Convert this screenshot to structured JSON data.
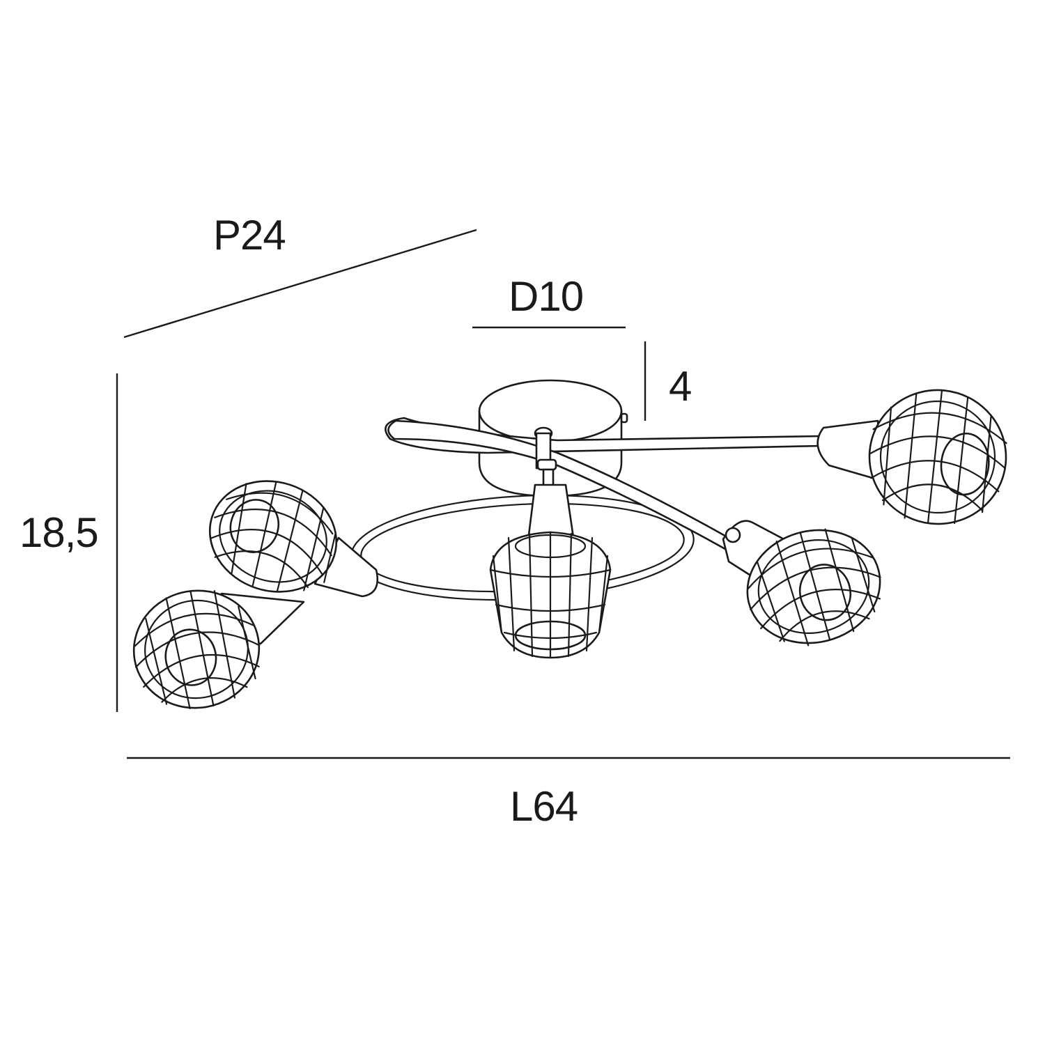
{
  "dimensions": {
    "depth": "P24",
    "diameter": "D10",
    "canopy_height": "4",
    "height": "18,5",
    "length": "L64"
  },
  "colors": {
    "line": "#1a1a1a",
    "background": "#ffffff"
  },
  "product": {
    "type": "5-light ceiling spotlight with wire cage shades",
    "shade_count": 5
  }
}
